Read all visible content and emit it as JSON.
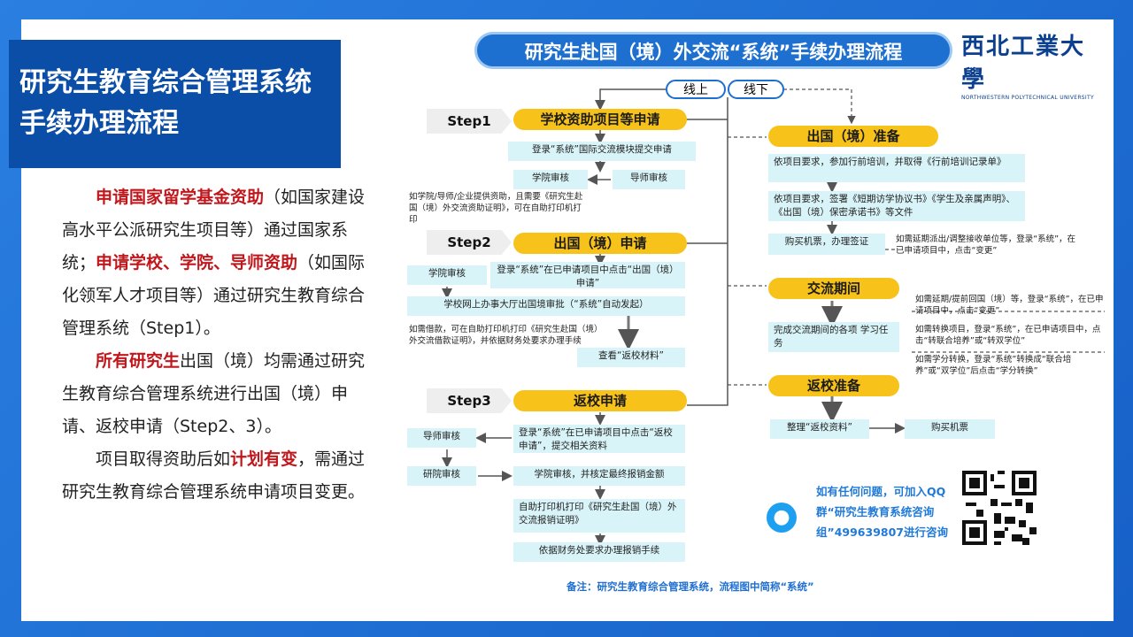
{
  "header": {
    "title_line1": "研究生教育综合管理系统",
    "title_line2": "手续办理流程",
    "flow_title": "研究生赴国（境）外交流“系统”手续办理流程",
    "logo_cn": "西北工業大學",
    "logo_en": "NORTHWESTERN POLYTECHNICAL UNIVERSITY"
  },
  "description": {
    "p1_red1": "申请国家留学基金资助",
    "p1_t1": "（如国家建设高水平公派研究生项目等）通过国家系统；",
    "p1_red2": "申请学校、学院、导师资助",
    "p1_t2": "（如国际化领军人才项目等）通过研究生教育综合管理系统（Step1）。",
    "p2_red": "所有研究生",
    "p2_t": "出国（境）均需通过研究生教育综合管理系统进行出国（境）申请、返校申请（Step2、3）。",
    "p3_t1": "项目取得资助后如",
    "p3_red": "计划有变",
    "p3_t2": "，需通过研究生教育综合管理系统申请项目变更。"
  },
  "toggle": {
    "online": "线上",
    "offline": "线下"
  },
  "steps": {
    "s1": "Step1",
    "s2": "Step2",
    "s3": "Step3"
  },
  "left_flow": {
    "pill1": "学校资助项目等申请",
    "b1": "登录“系统”国际交流模块提交申请",
    "b_college": "学院审核",
    "b_tutor": "导师审核",
    "note1": "如学院/导师/企业提供资助，且需要《研究生赴国（境）外交流资助证明》，可在自助打印机打印",
    "pill2": "出国（境）申请",
    "b2_college": "学院审核",
    "b2": "登录“系统”在已申请项目中点击“出国（境）申请”",
    "b2_approve": "学校网上办事大厅出国境审批（“系统”自动发起）",
    "note2": "如需借款，可在自助打印机打印《研究生赴国（境）外交流借款证明》，并依据财务处要求办理手续",
    "b2_view": "查看“返校材料”",
    "pill3": "返校申请",
    "b3_tutor": "导师审核",
    "b3": "登录“系统”在已申请项目中点击“返校申请”，提交相关资料",
    "b3_college": "研院审核",
    "b3_school": "学院审核，并核定最终报销金额",
    "b3_print": "自助打印机打印《研究生赴国（境）外交流报销证明》",
    "b3_fin": "依据财务处要求办理报销手续"
  },
  "right_flow": {
    "pill1": "出国（境）准备",
    "r1": "依项目要求，参加行前培训，并取得《行前培训记录单》",
    "r2": "依项目要求，签署《短期访学协议书》《学生及亲属声明》、《出国（境）保密承诺书》等文件",
    "r3": "购买机票，办理签证",
    "note_r3": "如需延期派出/调整接收单位等，登录“系统”，在已申请项目中，点击“变更”",
    "pill2": "交流期间",
    "r4": "完成交流期间的各项 学习任务",
    "note_r4a": "如需延期/提前回国（境）等，登录“系统”，在已申请项目中，点击“变更”",
    "note_r4b": "如需转换项目，登录“系统”，在已申请项目中，点击“转联合培养”或“转双学位”",
    "note_r4c": "如需学分转换，登录“系统”转换成“联合培养”或“双学位”后点击“学分转换”",
    "pill3": "返校准备",
    "r5": "整理“返校资料”",
    "r6": "购买机票"
  },
  "contact": {
    "text": "如有任何问题，可加入QQ群“研究生教育系统咨询组”499639807进行咨询"
  },
  "footer": {
    "note": "备注：研究生教育综合管理系统，流程图中简称“系统”"
  },
  "colors": {
    "accent": "#1d6fd0",
    "pill": "#f7c21a",
    "red": "#c0171d",
    "box": "#d9f4f8"
  }
}
